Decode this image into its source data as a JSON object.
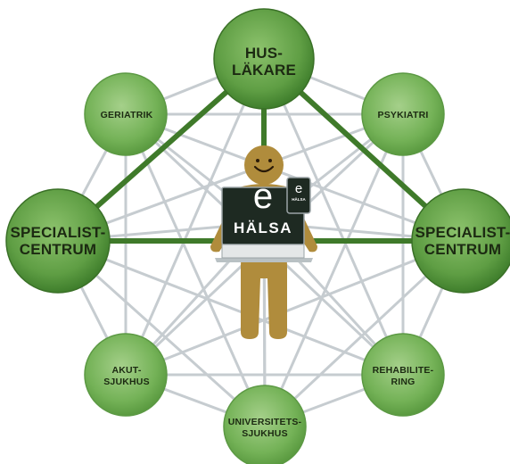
{
  "nodes": {
    "top": {
      "lines": [
        "HUS-",
        "LÄKARE"
      ]
    },
    "top_left": {
      "lines": [
        "GERIATRIK"
      ]
    },
    "top_right": {
      "lines": [
        "PSYKIATRI"
      ]
    },
    "left": {
      "lines": [
        "SPECIALIST-",
        "CENTRUM"
      ]
    },
    "right": {
      "lines": [
        "SPECIALIST-",
        "CENTRUM"
      ]
    },
    "bottom_left": {
      "lines": [
        "AKUT-",
        "SJUKHUS"
      ]
    },
    "bottom": {
      "lines": [
        "UNIVERSITETS-",
        "SJUKHUS"
      ]
    },
    "bottom_right": {
      "lines": [
        "REHABILITE-",
        "RING"
      ]
    }
  },
  "center": {
    "laptop_letter": "e",
    "laptop_label": "HÄLSA",
    "phone_letter": "e",
    "phone_label": "HÄLSA"
  },
  "colors": {
    "node_fill": "#6aa84f",
    "major_node_fill": "#4e8c37",
    "green_link": "#3f7a2a",
    "grey_link": "#c6ccd0",
    "person": "#b08c3c",
    "screen": "#1e2a22"
  }
}
